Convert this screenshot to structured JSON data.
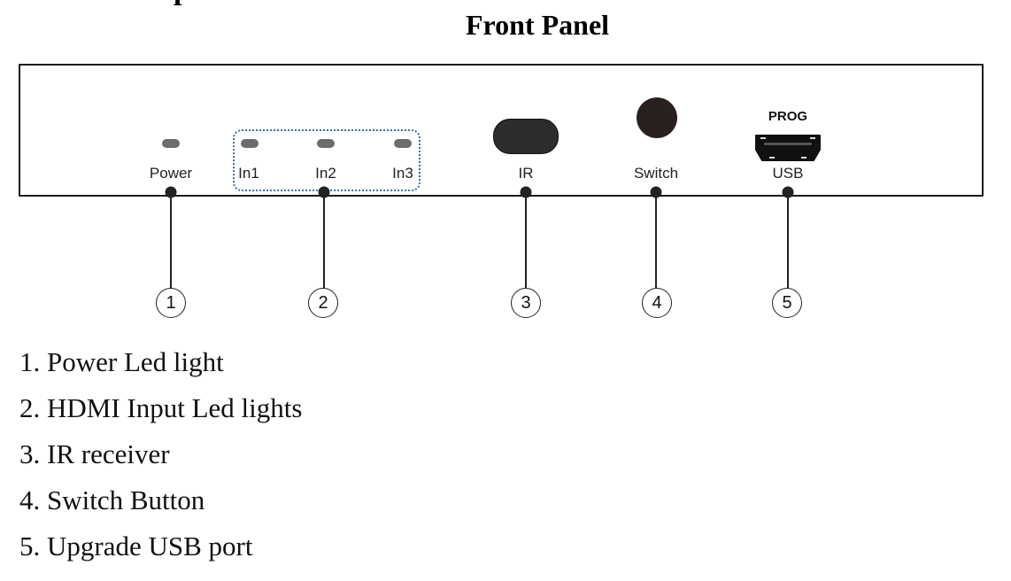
{
  "heading_fragment": "p",
  "title": "Front Panel",
  "panel": {
    "indicators": [
      {
        "id": "power",
        "label": "Power",
        "callout": "1"
      },
      {
        "id": "in1",
        "label": "In1"
      },
      {
        "id": "in2",
        "label": "In2",
        "callout": "2"
      },
      {
        "id": "in3",
        "label": "In3"
      },
      {
        "id": "ir",
        "label": "IR",
        "callout": "3"
      },
      {
        "id": "switch",
        "label": "Switch",
        "callout": "4"
      },
      {
        "id": "usb",
        "label": "USB",
        "top_label": "PROG",
        "callout": "5"
      }
    ],
    "colors": {
      "led": "#6c6c6c",
      "group_border": "#3b6fb0",
      "component": "#2d2b2b",
      "outline": "#1e1a1a"
    }
  },
  "callouts": [
    "1",
    "2",
    "3",
    "4",
    "5"
  ],
  "legend": [
    "1. Power Led light",
    "2. HDMI Input Led lights",
    "3. IR receiver",
    "4. Switch Button",
    "5. Upgrade USB port"
  ]
}
